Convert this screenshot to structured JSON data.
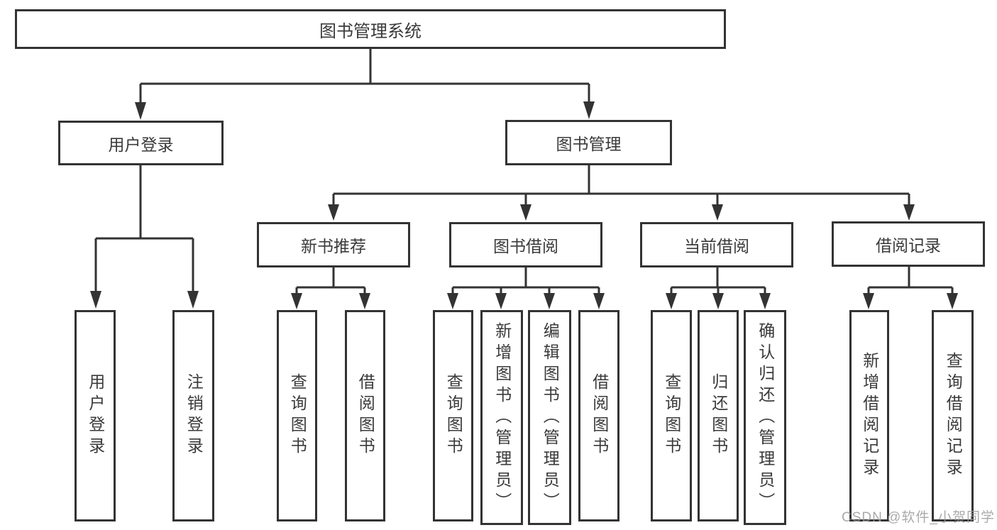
{
  "tree": {
    "root": {
      "label": "图书管理系统"
    },
    "branches": [
      {
        "label": "用户登录",
        "leaves": [
          {
            "label": "用户登录"
          },
          {
            "label": "注销登录"
          }
        ]
      },
      {
        "label": "图书管理",
        "sections": [
          {
            "label": "新书推荐",
            "leaves": [
              {
                "label": "查询图书"
              },
              {
                "label": "借阅图书"
              }
            ]
          },
          {
            "label": "图书借阅",
            "leaves": [
              {
                "label": "查询图书"
              },
              {
                "label": "新增图书（管理员）"
              },
              {
                "label": "编辑图书（管理员）"
              },
              {
                "label": "借阅图书"
              }
            ]
          },
          {
            "label": "当前借阅",
            "leaves": [
              {
                "label": "查询图书"
              },
              {
                "label": "归还图书"
              },
              {
                "label": "确认归还（管理员）"
              }
            ]
          },
          {
            "label": "借阅记录",
            "leaves": [
              {
                "label": "新增借阅记录"
              },
              {
                "label": "查询借阅记录"
              }
            ]
          }
        ]
      }
    ]
  },
  "watermark": "CSDN @软件_小贺同学",
  "colors": {
    "line": "#333333",
    "text": "#3a3a3a",
    "background": "#ffffff",
    "watermark": "#9b9b9b"
  }
}
